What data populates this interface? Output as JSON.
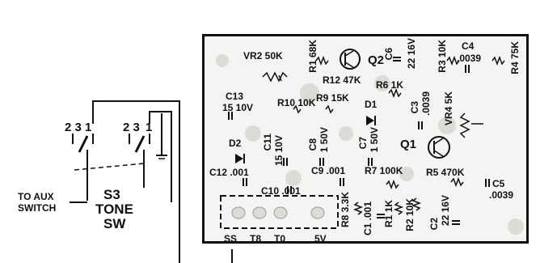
{
  "switch": {
    "pins_left": "2 3 1",
    "pins_right": "2 3",
    "pins_right_1": "1",
    "designator": "S3",
    "name_line1": "TONE",
    "name_line2": "SW",
    "to_aux_line1": "TO AUX",
    "to_aux_line2": "SWITCH"
  },
  "board": {
    "components": [
      {
        "id": "vr2",
        "text": "VR2  50K"
      },
      {
        "id": "r1",
        "text": "R1 68K"
      },
      {
        "id": "q2",
        "text": "Q2"
      },
      {
        "id": "c6",
        "text": "C6"
      },
      {
        "id": "c6v",
        "text": "22 16V"
      },
      {
        "id": "r3",
        "text": "R3 10K"
      },
      {
        "id": "c4",
        "text": "C4"
      },
      {
        "id": "c4v",
        "text": ".0039"
      },
      {
        "id": "r4",
        "text": "R4 75K"
      },
      {
        "id": "r12",
        "text": "R12 47K"
      },
      {
        "id": "r6",
        "text": "R6 1K"
      },
      {
        "id": "c13",
        "text": "C13"
      },
      {
        "id": "c13v",
        "text": "15 10V"
      },
      {
        "id": "r10",
        "text": "R10 10K"
      },
      {
        "id": "r9",
        "text": "R9 15K"
      },
      {
        "id": "d1",
        "text": "D1"
      },
      {
        "id": "c3",
        "text": "C3"
      },
      {
        "id": "c3v",
        "text": ".0039"
      },
      {
        "id": "vr4",
        "text": "VR4 5K"
      },
      {
        "id": "d2",
        "text": "D2"
      },
      {
        "id": "c11",
        "text": "C11"
      },
      {
        "id": "c11v",
        "text": "15 10V"
      },
      {
        "id": "c8",
        "text": "C8"
      },
      {
        "id": "c8v",
        "text": "1 50V"
      },
      {
        "id": "c7",
        "text": "C7"
      },
      {
        "id": "c7v",
        "text": "1 50V"
      },
      {
        "id": "q1",
        "text": "Q1"
      },
      {
        "id": "c12",
        "text": "C12 .001"
      },
      {
        "id": "c9",
        "text": "C9 .001"
      },
      {
        "id": "r7",
        "text": "R7 100K"
      },
      {
        "id": "r5",
        "text": "R5 470K"
      },
      {
        "id": "c5",
        "text": "C5"
      },
      {
        "id": "c5v",
        "text": ".0039"
      },
      {
        "id": "c10",
        "text": "C10 .001"
      },
      {
        "id": "r8",
        "text": "R8 3.3K"
      },
      {
        "id": "c1",
        "text": "C1 .001"
      },
      {
        "id": "r1b",
        "text": "R1 1K"
      },
      {
        "id": "r2",
        "text": "R2 10K"
      },
      {
        "id": "c2",
        "text": "C2"
      },
      {
        "id": "c2v",
        "text": "22 16V"
      }
    ],
    "connector_pins": [
      "SS",
      "T8",
      "T0",
      "5V"
    ]
  }
}
